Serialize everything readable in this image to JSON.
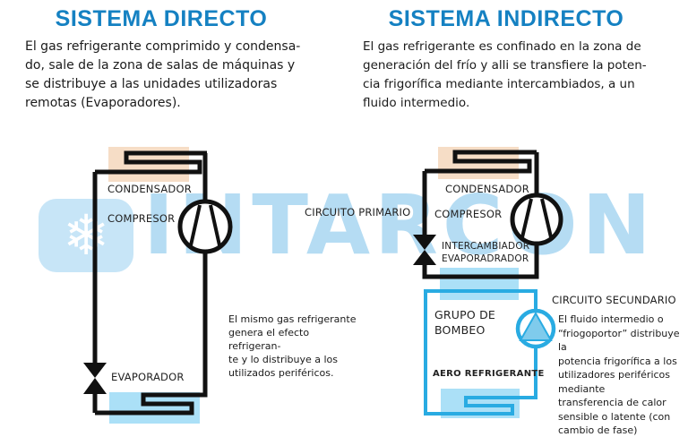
{
  "brand": {
    "watermark_text": "INTARCON",
    "snowflake_icon": "❄",
    "title_blue": "#1581C2",
    "secondary_circuit_blue": "#29ABE2",
    "watermark_blue": "#B5DCF3",
    "condenser_peach": "#F6DDC6",
    "evaporator_light_blue": "#ABE0F7"
  },
  "direct_system": {
    "title": "SISTEMA DIRECTO",
    "description_lines": [
      "El gas refrigerante comprimido y condensa-",
      "do, sale de la zona de salas de máquinas y",
      "se distribuye a las unidades utilizadoras",
      "remotas (Evaporadores)."
    ],
    "labels": {
      "condenser": "CONDENSADOR",
      "compressor": "COMPRESOR",
      "evaporator": "EVAPORADOR"
    },
    "note_lines": [
      "El mismo gas refrigerante",
      "genera el efecto refrigeran-",
      "te y lo distribuye a los",
      "utilizados periféricos."
    ]
  },
  "indirect_system": {
    "title": "SISTEMA INDIRECTO",
    "description_lines": [
      "El gas refrigerante es confinado en la zona de",
      "generación del frío y alli se transfiere la poten-",
      "cia frigorífica mediante intercambiados, a un",
      "fluido intermedio."
    ],
    "labels": {
      "primary_circuit": "CIRCUITO PRIMARIO",
      "condenser": "CONDENSADOR",
      "compressor": "COMPRESOR",
      "exchanger_lines": [
        "INTERCAMBIADOR",
        "EVAPORADRADOR"
      ],
      "pump_group_lines": [
        "GRUPO DE",
        "BOMBEO"
      ],
      "aero": "AERO REFRIGERANTE",
      "secondary_circuit": "CIRCUITO SECUNDARIO"
    },
    "note_lines": [
      "El fluido intermedio o",
      "“friogoportor” distribuye la",
      "potencia frigorífica a los",
      "utilizadores periféricos",
      "mediante",
      "transferencia de calor",
      "sensible o latente (con",
      "cambio de fase)"
    ]
  }
}
